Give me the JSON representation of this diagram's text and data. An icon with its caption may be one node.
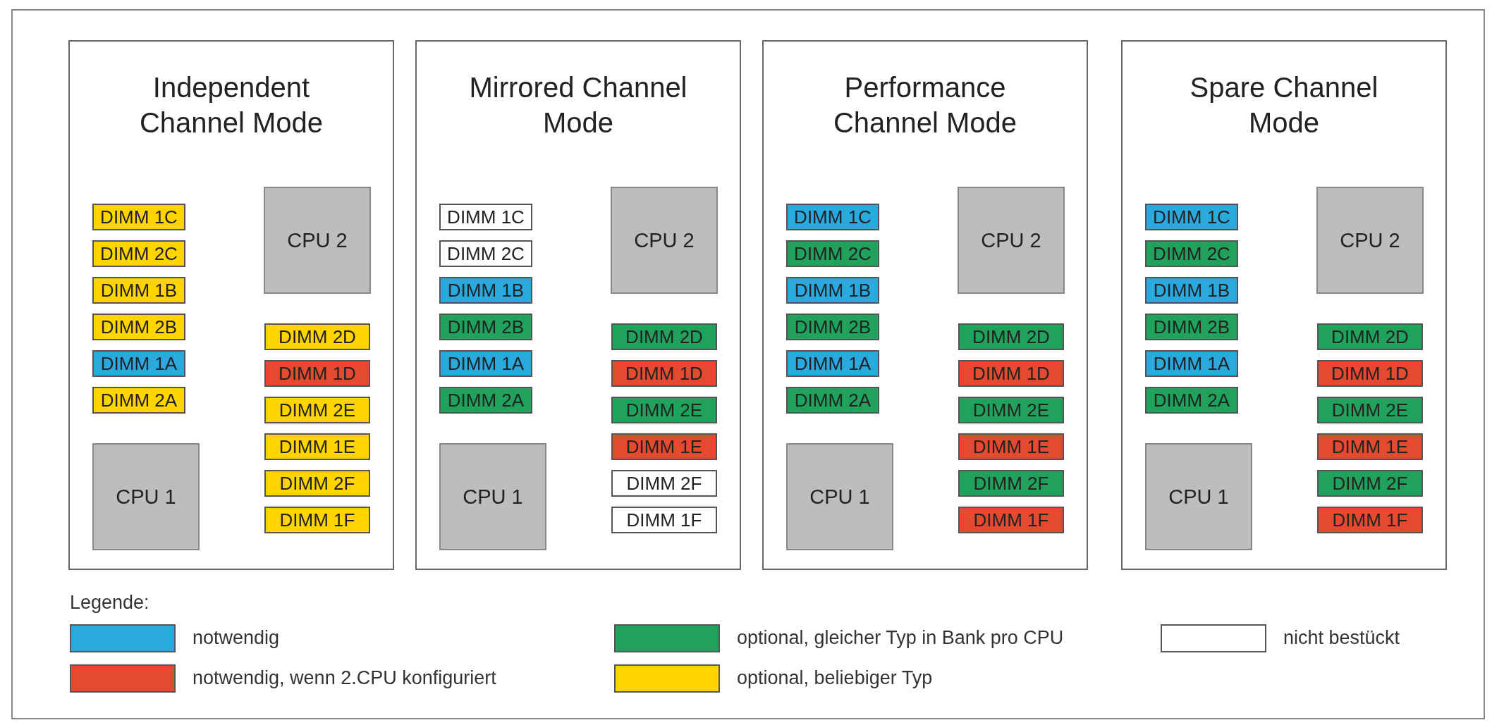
{
  "diagram": {
    "nodes": [
      {
        "text": [
          "Independent Channel Mode"
        ]
      },
      {
        "text": [
          "CPU 2"
        ],
        "in": 0
      },
      {
        "text": [
          "DIMM 1C"
        ],
        "in": 0
      },
      {
        "text": [
          "DIMM 2C"
        ],
        "in": 0
      },
      {
        "text": [
          "DIMM 1B"
        ],
        "in": 0
      },
      {
        "text": [
          "DIMM 2B"
        ],
        "in": 0
      },
      {
        "text": [
          "DIMM 1A"
        ],
        "in": 0
      },
      {
        "text": [
          "DIMM 2A"
        ],
        "in": 0
      },
      {
        "text": [
          "DIMM 2D"
        ],
        "in": 0
      },
      {
        "text": [
          "DIMM 1D"
        ],
        "in": 0
      },
      {
        "text": [
          "DIMM 2E"
        ],
        "in": 0
      },
      {
        "text": [
          "DIMM 1E"
        ],
        "in": 0
      },
      {
        "text": [
          "DIMM 2F"
        ],
        "in": 0
      },
      {
        "text": [
          "DIMM 1F"
        ],
        "in": 0
      },
      {
        "text": [
          "CPU 1"
        ],
        "in": 0
      },
      {
        "text": [
          "Mirrored Channel Mode"
        ]
      },
      {
        "text": [
          "CPU 2"
        ],
        "in": 15
      },
      {
        "text": [
          "DIMM 1C"
        ],
        "in": 15
      },
      {
        "text": [
          "DIMM 2C"
        ],
        "in": 15
      },
      {
        "text": [
          "DIMM 1B"
        ],
        "in": 15
      },
      {
        "text": [
          "DIMM 2B"
        ],
        "in": 15
      },
      {
        "text": [
          "DIMM 1A"
        ],
        "in": 15
      },
      {
        "text": [
          "DIMM 2A"
        ],
        "in": 15
      },
      {
        "text": [
          "DIMM 2D"
        ],
        "in": 15
      },
      {
        "text": [
          "DIMM 1D"
        ],
        "in": 15
      },
      {
        "text": [
          "DIMM 2E"
        ],
        "in": 15
      },
      {
        "text": [
          "DIMM 1E"
        ],
        "in": 15
      },
      {
        "text": [
          "DIMM 2F"
        ],
        "in": 15
      },
      {
        "text": [
          "DIMM 1F"
        ],
        "in": 15
      },
      {
        "text": [
          "CPU 1"
        ],
        "in": 15
      },
      {
        "text": [
          "Performance Channel Mode"
        ]
      },
      {
        "text": [
          "CPU 2"
        ],
        "in": 30
      },
      {
        "text": [
          "DIMM 1C"
        ],
        "in": 30
      },
      {
        "text": [
          "DIMM 2C"
        ],
        "in": 30
      },
      {
        "text": [
          "DIMM 1B"
        ],
        "in": 30
      },
      {
        "text": [
          "DIMM 2B"
        ],
        "in": 30
      },
      {
        "text": [
          "DIMM 1A"
        ],
        "in": 30
      },
      {
        "text": [
          "DIMM 2A"
        ],
        "in": 30
      },
      {
        "text": [
          "DIMM 2D"
        ],
        "in": 30
      },
      {
        "text": [
          "DIMM 1D"
        ],
        "in": 30
      },
      {
        "text": [
          "DIMM 2E"
        ],
        "in": 30
      },
      {
        "text": [
          "DIMM 1E"
        ],
        "in": 30
      },
      {
        "text": [
          "DIMM 2F"
        ],
        "in": 30
      },
      {
        "text": [
          "DIMM 1F"
        ],
        "in": 30
      },
      {
        "text": [
          "CPU 1"
        ],
        "in": 30
      },
      {
        "text": [
          "Spare Channel Mode"
        ]
      },
      {
        "text": [
          "CPU 2"
        ],
        "in": 45
      },
      {
        "text": [
          "DIMM 1C"
        ],
        "in": 45
      },
      {
        "text": [
          "DIMM 2C"
        ],
        "in": 45
      },
      {
        "text": [
          "DIMM 1B"
        ],
        "in": 45
      },
      {
        "text": [
          "DIMM 2B"
        ],
        "in": 45
      },
      {
        "text": [
          "DIMM 1A"
        ],
        "in": 45
      },
      {
        "text": [
          "DIMM 2A"
        ],
        "in": 45
      },
      {
        "text": [
          "DIMM 2D"
        ],
        "in": 45
      },
      {
        "text": [
          "DIMM 1D"
        ],
        "in": 45
      },
      {
        "text": [
          "DIMM 2E"
        ],
        "in": 45
      },
      {
        "text": [
          "DIMM 1E"
        ],
        "in": 45
      },
      {
        "text": [
          "DIMM 2F"
        ],
        "in": 45
      },
      {
        "text": [
          "DIMM 1F"
        ],
        "in": 45
      },
      {
        "text": [
          "CPU 1"
        ],
        "in": 45
      }
    ],
    "labels": [
      "Legende:"
    ],
    "legend": [
      {
        "text": "notwendig",
        "color": "#2aa9df"
      },
      {
        "text": "optional, gleicher Typ in Bank pro CPU",
        "color": "#20a25c"
      },
      {
        "text": "nicht bestückt",
        "color": "#ffffff"
      },
      {
        "text": "notwendig, wenn 2.CPU konfiguriert",
        "color": "#e5492f"
      },
      {
        "text": "optional, beliebiger Typ",
        "color": "#ffd400"
      }
    ]
  }
}
